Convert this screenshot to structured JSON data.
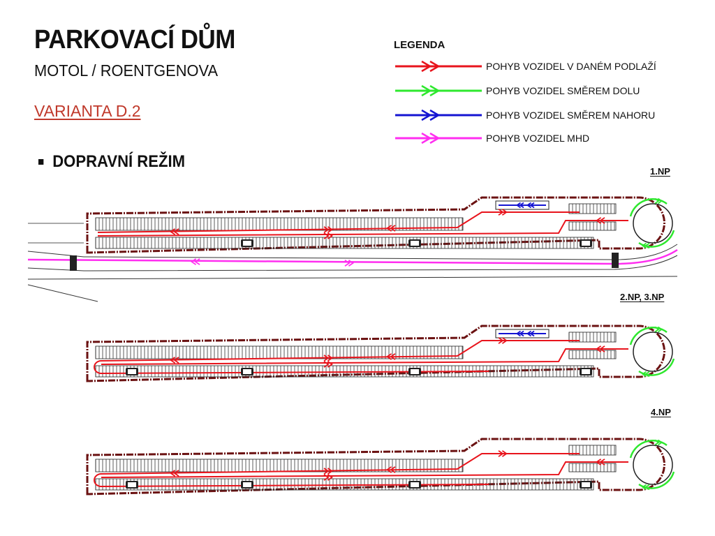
{
  "header": {
    "title": "PARKOVACÍ DŮM",
    "subtitle": "MOTOL / ROENTGENOVA",
    "variant": "VARIANTA D.2",
    "section": "DOPRAVNÍ REŽIM"
  },
  "legend": {
    "title": "LEGENDA",
    "items": [
      {
        "label": "POHYB VOZIDEL V DANÉM PODLAŽÍ",
        "color": "#e8141c"
      },
      {
        "label": "POHYB VOZIDEL SMĚREM DOLU",
        "color": "#2ee82e"
      },
      {
        "label": "POHYB VOZIDEL SMĚREM NAHORU",
        "color": "#1414d2"
      },
      {
        "label": "POHYB VOZIDEL MHD",
        "color": "#ff2ef0"
      }
    ]
  },
  "floors": [
    {
      "label": "1.NP"
    },
    {
      "label": "2.NP, 3.NP"
    },
    {
      "label": "4.NP"
    }
  ],
  "colors": {
    "wall": "#6b1212",
    "stripes": "#333333",
    "inside": "#e8141c",
    "down": "#2ee82e",
    "up": "#1414d2",
    "bus": "#ff2ef0"
  }
}
